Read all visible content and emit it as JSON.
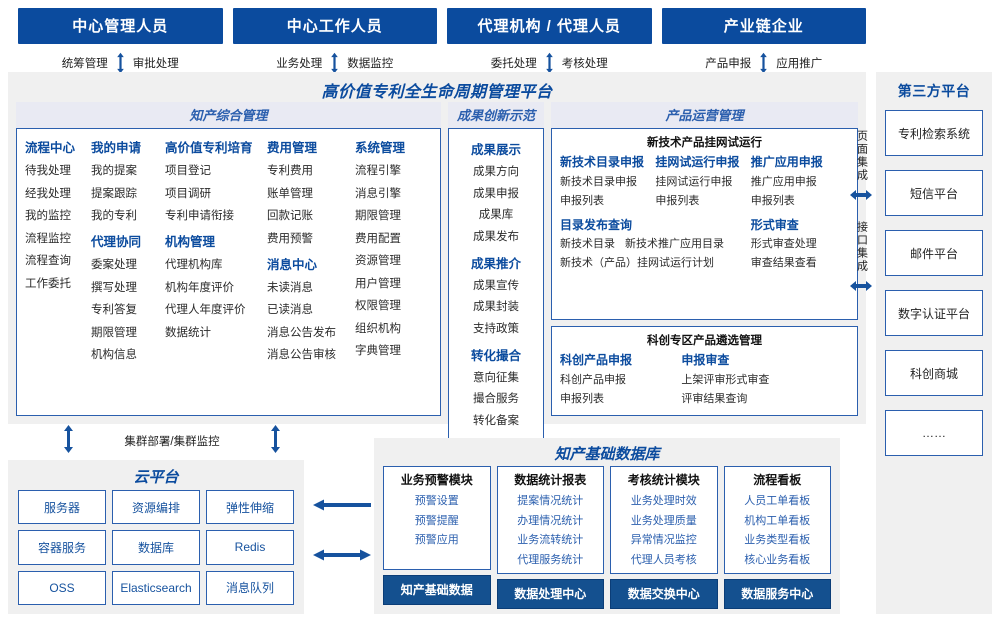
{
  "roles": [
    {
      "title": "中心管理人员",
      "left": "统筹管理",
      "right": "审批处理"
    },
    {
      "title": "中心工作人员",
      "left": "业务处理",
      "right": "数据监控"
    },
    {
      "title": "代理机构 / 代理人员",
      "left": "委托处理",
      "right": "考核处理"
    },
    {
      "title": "产业链企业",
      "left": "产品申报",
      "right": "应用推广"
    }
  ],
  "platform": {
    "title": "高价值专利全生命周期管理平台",
    "groups": {
      "zhichan": {
        "title": "知产综合管理",
        "columns": [
          {
            "blocks": [
              {
                "head": "流程中心",
                "items": [
                  "待我处理",
                  "经我处理",
                  "我的监控",
                  "流程监控",
                  "流程查询",
                  "工作委托"
                ]
              }
            ]
          },
          {
            "blocks": [
              {
                "head": "我的申请",
                "items": [
                  "我的提案",
                  "提案跟踪",
                  "我的专利"
                ]
              },
              {
                "head": "代理协同",
                "items": [
                  "委案处理",
                  "撰写处理",
                  "专利答复",
                  "期限管理",
                  "机构信息"
                ]
              }
            ]
          },
          {
            "blocks": [
              {
                "head": "高价值专利培育",
                "items": [
                  "项目登记",
                  "项目调研",
                  "专利申请衔接"
                ]
              },
              {
                "head": "机构管理",
                "items": [
                  "代理机构库",
                  "机构年度评价",
                  "代理人年度评价",
                  "数据统计"
                ]
              }
            ]
          },
          {
            "blocks": [
              {
                "head": "费用管理",
                "items": [
                  "专利费用",
                  "账单管理",
                  "回款记账",
                  "费用预警"
                ]
              },
              {
                "head": "消息中心",
                "items": [
                  "未读消息",
                  "已读消息",
                  "消息公告发布",
                  "消息公告审核"
                ]
              }
            ]
          },
          {
            "blocks": [
              {
                "head": "系统管理",
                "items": [
                  "流程引擎",
                  "消息引擎",
                  "期限管理",
                  "费用配置",
                  "资源管理",
                  "用户管理",
                  "权限管理",
                  "组织机构",
                  "字典管理"
                ]
              }
            ]
          }
        ]
      },
      "chengguo": {
        "title": "成果创新示范",
        "blocks": [
          {
            "head": "成果展示",
            "items": [
              "成果方向",
              "成果申报",
              "成果库",
              "成果发布"
            ]
          },
          {
            "head": "成果推介",
            "items": [
              "成果宣传",
              "成果封装",
              "支持政策"
            ]
          },
          {
            "head": "转化撮合",
            "items": [
              "意向征集",
              "撮合服务",
              "转化备案"
            ]
          }
        ]
      },
      "chanpin": {
        "title": "产品运营管理",
        "card1": {
          "title": "新技术产品挂网试运行",
          "cols": [
            {
              "sub": "新技术目录申报",
              "items": [
                "新技术目录申报",
                "申报列表"
              ]
            },
            {
              "sub": "挂网试运行申报",
              "items": [
                "挂网试运行申报",
                "申报列表"
              ]
            },
            {
              "sub": "推广应用申报",
              "items": [
                "推广应用申报",
                "申报列表"
              ]
            }
          ],
          "left_sub": "目录发布查询",
          "left_items_row1": [
            "新技术目录",
            "新技术推广应用目录"
          ],
          "left_items_row2": [
            "新技术（产品）挂网试运行计划"
          ],
          "right_sub": "形式审查",
          "right_items": [
            "形式审查处理",
            "审查结果查看"
          ]
        },
        "card2": {
          "title": "科创专区产品遴选管理",
          "cols": [
            {
              "sub": "科创产品申报",
              "items": [
                "科创产品申报",
                "申报列表"
              ]
            },
            {
              "sub": "申报审查",
              "items": [
                "上架评审形式审查",
                "评审结果查询"
              ]
            }
          ]
        }
      }
    }
  },
  "third_party": {
    "title": "第三方平台",
    "items": [
      "专利检索系统",
      "短信平台",
      "邮件平台",
      "数字认证平台",
      "科创商城",
      "……"
    ]
  },
  "integration": {
    "page_label": "页面集成",
    "api_label": "接口集成"
  },
  "cluster": {
    "label": "集群部署/集群监控"
  },
  "cloud": {
    "title": "云平台",
    "cells": [
      "服务器",
      "资源编排",
      "弹性伸缩",
      "容器服务",
      "数据库",
      "Redis",
      "OSS",
      "Elasticsearch",
      "消息队列"
    ]
  },
  "database": {
    "title": "知产基础数据库",
    "columns": [
      {
        "head": "业务预警模块",
        "items": [
          "预警设置",
          "预警提醒",
          "预警应用"
        ],
        "foot": "知产基础数据"
      },
      {
        "head": "数据统计报表",
        "items": [
          "提案情况统计",
          "办理情况统计",
          "业务流转统计",
          "代理服务统计"
        ],
        "foot": "数据处理中心"
      },
      {
        "head": "考核统计模块",
        "items": [
          "业务处理时效",
          "业务处理质量",
          "异常情况监控",
          "代理人员考核"
        ],
        "foot": "数据交换中心"
      },
      {
        "head": "流程看板",
        "items": [
          "人员工单看板",
          "机构工单看板",
          "业务类型看板",
          "核心业务看板"
        ],
        "foot": "数据服务中心"
      }
    ]
  },
  "colors": {
    "primary_blue": "#0b4b9e",
    "border_blue": "#2b5fae",
    "panel_gray": "#f0f0f0",
    "footer_blue": "#14508f"
  }
}
